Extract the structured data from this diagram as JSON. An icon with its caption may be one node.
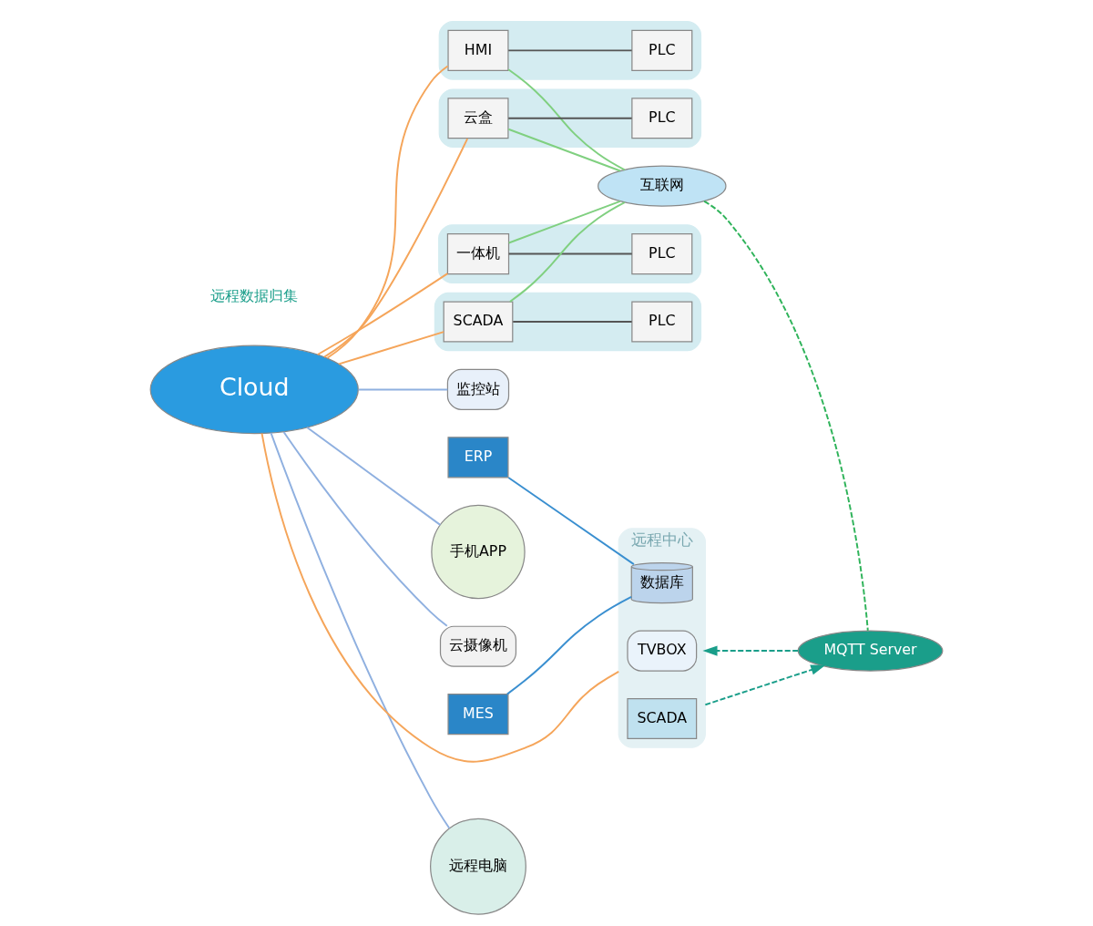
{
  "diagram": {
    "nodes": [
      {
        "text": [
          "Cloud"
        ]
      },
      {
        "text": [
          "监控站"
        ]
      },
      {
        "text": [
          "手机APP"
        ]
      },
      {
        "text": [
          "云摄像机"
        ]
      },
      {
        "text": [
          "远程电脑"
        ]
      },
      {
        "text": [
          "远程中心"
        ]
      },
      {
        "text": [
          "TVBOX"
        ],
        "in": 5
      },
      {
        "text": [
          "数据库"
        ],
        "in": 5
      },
      {
        "text": [
          "SCADA"
        ],
        "in": 5
      },
      {
        "text": [
          "MES"
        ]
      },
      {
        "text": [
          "ERP"
        ]
      },
      {
        "text": [],
        "shape": "ellipse"
      },
      {
        "text": [
          "HMI"
        ],
        "in": 11
      },
      {
        "text": [
          "PLC"
        ],
        "in": 11
      },
      {
        "text": [],
        "shape": "ellipse"
      },
      {
        "text": [
          "云盒"
        ],
        "in": 14
      },
      {
        "text": [
          "PLC"
        ],
        "in": 14
      },
      {
        "text": [],
        "shape": "ellipse"
      },
      {
        "text": [
          "一体机"
        ],
        "in": 17
      },
      {
        "text": [
          "PLC"
        ],
        "in": 17
      },
      {
        "text": [],
        "shape": "ellipse"
      },
      {
        "text": [
          "SCADA"
        ],
        "in": 20
      },
      {
        "text": [
          "PLC"
        ],
        "in": 20
      },
      {
        "text": [
          "MQTT Server"
        ]
      },
      {
        "text": [
          "互联网"
        ]
      }
    ],
    "edges": [
      {
        "from": 0,
        "to": 1,
        "arrow": "none",
        "color": "#8fb0e0"
      },
      {
        "from": 0,
        "to": 2,
        "arrow": "none",
        "color": "#8fb0e0"
      },
      {
        "from": 0,
        "to": 3,
        "arrow": "none",
        "color": "#8fb0e0"
      },
      {
        "from": 0,
        "to": 4,
        "arrow": "none",
        "color": "#8fb0e0"
      },
      {
        "from": 0,
        "to": 5,
        "arrow": "none",
        "color": "#f5a55a"
      },
      {
        "from": 0,
        "to": 12,
        "arrow": "none",
        "color": "#f5a55a"
      },
      {
        "from": 0,
        "to": 15,
        "arrow": "none",
        "color": "#f5a55a"
      },
      {
        "from": 0,
        "to": 18,
        "arrow": "none",
        "color": "#f5a55a"
      },
      {
        "from": 0,
        "to": 21,
        "arrow": "none",
        "color": "#f5a55a"
      },
      {
        "from": 9,
        "to": 7,
        "arrow": "none",
        "color": "#3a8fd0"
      },
      {
        "from": 10,
        "to": 7,
        "arrow": "none",
        "color": "#3a8fd0"
      },
      {
        "from": 12,
        "to": 13,
        "arrow": "none",
        "color": "#555555"
      },
      {
        "from": 15,
        "to": 16,
        "arrow": "none",
        "color": "#555555"
      },
      {
        "from": 18,
        "to": 19,
        "arrow": "none",
        "color": "#555555"
      },
      {
        "from": 21,
        "to": 22,
        "arrow": "none",
        "color": "#555555"
      },
      {
        "from": 12,
        "to": 24,
        "arrow": "none",
        "color": "#80d080"
      },
      {
        "from": 15,
        "to": 24,
        "arrow": "none",
        "color": "#80d080"
      },
      {
        "from": 18,
        "to": 24,
        "arrow": "none",
        "color": "#80d080"
      },
      {
        "from": 21,
        "to": 24,
        "arrow": "none",
        "color": "#80d080"
      },
      {
        "from": 24,
        "to": 23,
        "arrow": "none",
        "style": "dashed",
        "color": "#2fb35a"
      },
      {
        "from": 5,
        "to": 23,
        "arrow": "to",
        "style": "dashed",
        "color": "#1a9e8a"
      },
      {
        "from": 23,
        "to": 5,
        "arrow": "to",
        "style": "dashed",
        "color": "#1a9e8a"
      }
    ],
    "labels": [
      "远程数据归集"
    ]
  }
}
